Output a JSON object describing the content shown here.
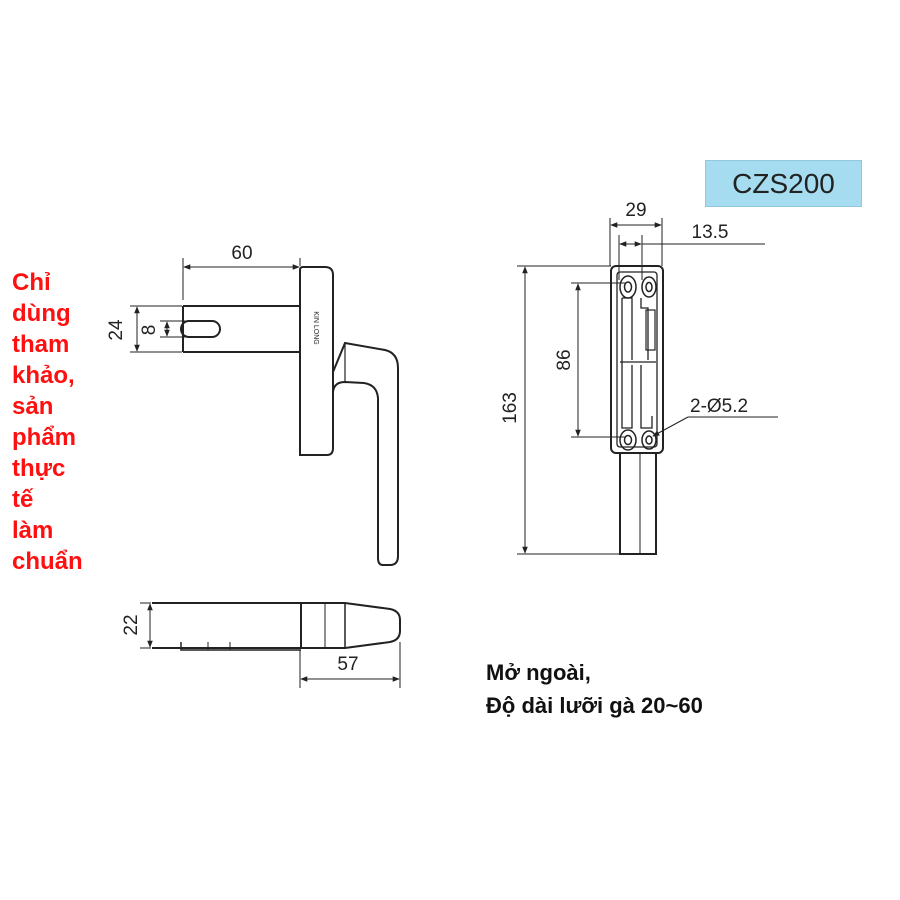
{
  "model_code": "CZS200",
  "disclaimer_lines": [
    "Chỉ",
    "dùng",
    "tham",
    "khảo,",
    "sản",
    "phẩm",
    "thực",
    "tế",
    "làm",
    "chuẩn"
  ],
  "note_lines": [
    "Mở ngoài,",
    "Độ dài lưỡi gà 20~60"
  ],
  "dimensions": {
    "tongue_length": "60",
    "tongue_height": "24",
    "slot_width": "8",
    "side_height": "22",
    "side_length": "57",
    "base_width": "29",
    "hole_offset": "13.5",
    "total_height": "163",
    "hole_spacing": "86",
    "holes": "2-Ø5.2"
  },
  "engraving": "KIN LONG"
}
